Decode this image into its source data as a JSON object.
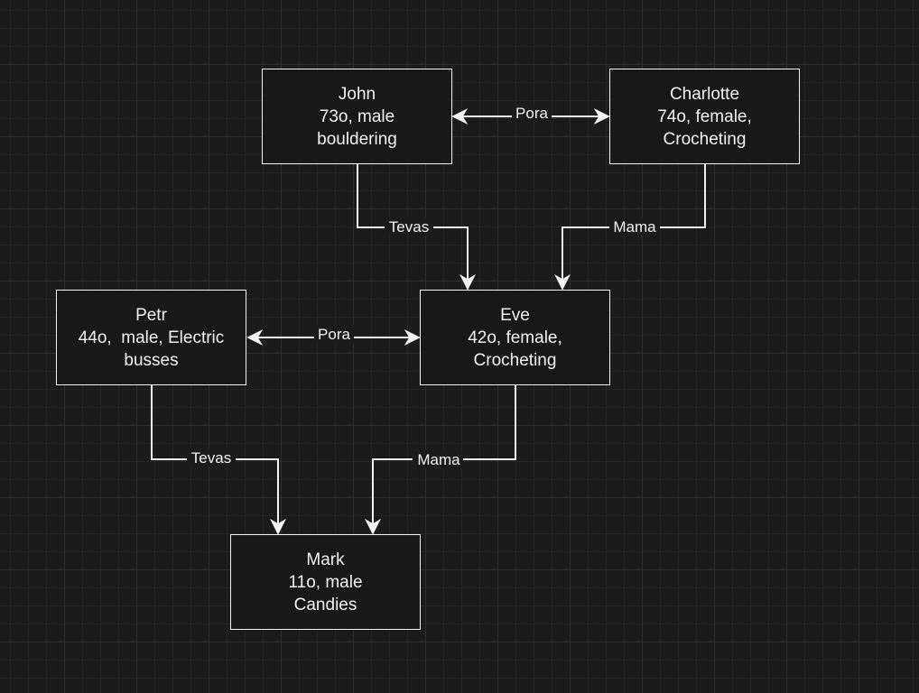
{
  "nodes": {
    "john": {
      "name": "John",
      "line2": "73o, male",
      "line3": "bouldering"
    },
    "charlotte": {
      "name": "Charlotte",
      "line2": "74o, female,",
      "line3": "Crocheting"
    },
    "petr": {
      "name": "Petr",
      "line2": "44o,  male, Electric",
      "line3": "busses"
    },
    "eve": {
      "name": "Eve",
      "line2": "42o, female,",
      "line3": "Crocheting"
    },
    "mark": {
      "name": "Mark",
      "line2": "11o, male",
      "line3": "Candies"
    }
  },
  "edges": {
    "john_charlotte": "Pora",
    "john_eve": "Tevas",
    "charlotte_eve": "Mama",
    "petr_eve": "Pora",
    "petr_mark": "Tevas",
    "eve_mark": "Mama"
  },
  "colors": {
    "background": "#1b1b1b",
    "stroke": "#f2f2f2"
  }
}
